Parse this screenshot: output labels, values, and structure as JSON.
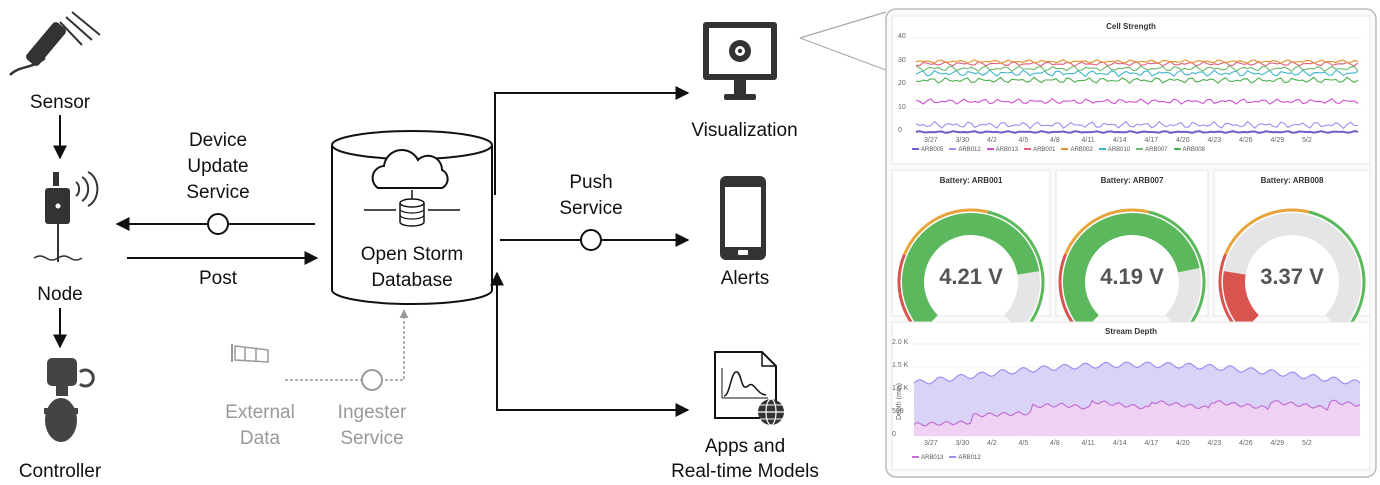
{
  "diagram": {
    "sensor": "Sensor",
    "node": "Node",
    "controller": "Controller",
    "device_update_service": [
      "Device",
      "Update",
      "Service"
    ],
    "post": "Post",
    "database": [
      "Open Storm",
      "Database"
    ],
    "push_service": [
      "Push",
      "Service"
    ],
    "external_data": [
      "External",
      "Data"
    ],
    "ingester_service": [
      "Ingester",
      "Service"
    ],
    "visualization": "Visualization",
    "alerts": "Alerts",
    "apps": [
      "Apps and",
      "Real-time Models"
    ]
  },
  "dashboard": {
    "cell_strength": {
      "title": "Cell Strength",
      "y_ticks": [
        "40",
        "30",
        "20",
        "10",
        "0"
      ],
      "x_ticks": [
        "3/27",
        "3/30",
        "4/2",
        "4/5",
        "4/8",
        "4/11",
        "4/14",
        "4/17",
        "4/20",
        "4/23",
        "4/26",
        "4/29",
        "5/2"
      ],
      "legend": [
        {
          "name": "ARB005",
          "color": "#6c5fc7"
        },
        {
          "name": "ARB012",
          "color": "#9d8ff0"
        },
        {
          "name": "ARB013",
          "color": "#d14fd1"
        },
        {
          "name": "ARB001",
          "color": "#e0607e"
        },
        {
          "name": "ARB002",
          "color": "#e8922b"
        },
        {
          "name": "ARB010",
          "color": "#3fb5c9"
        },
        {
          "name": "ARB007",
          "color": "#6cb86c"
        },
        {
          "name": "ARB008",
          "color": "#4cae4c"
        }
      ]
    },
    "gauges": [
      {
        "title": "Battery: ARB001",
        "value_text": "4.21 V",
        "fill": 0.8,
        "color": "#5cb85c"
      },
      {
        "title": "Battery: ARB007",
        "value_text": "4.19 V",
        "fill": 0.79,
        "color": "#5cb85c"
      },
      {
        "title": "Battery: ARB008",
        "value_text": "3.37 V",
        "fill": 0.2,
        "color": "#d9534f"
      }
    ],
    "stream_depth": {
      "title": "Stream Depth",
      "ylabel": "Depth (mm)",
      "y_ticks": [
        "2.0 K",
        "1.5 K",
        "1.0 K",
        "500",
        "0"
      ],
      "x_ticks": [
        "3/27",
        "3/30",
        "4/2",
        "4/5",
        "4/8",
        "4/11",
        "4/14",
        "4/17",
        "4/20",
        "4/23",
        "4/26",
        "4/29",
        "5/2"
      ],
      "legend": [
        {
          "name": "ARB013",
          "color": "#c46fd6"
        },
        {
          "name": "ARB012",
          "color": "#9d8ff0"
        }
      ]
    }
  },
  "colors": {
    "arrow": "#111111",
    "gray": "#999999",
    "gauge_track": "#e5e5e5",
    "gauge_green": "#5cb85c",
    "gauge_red": "#d9534f"
  }
}
